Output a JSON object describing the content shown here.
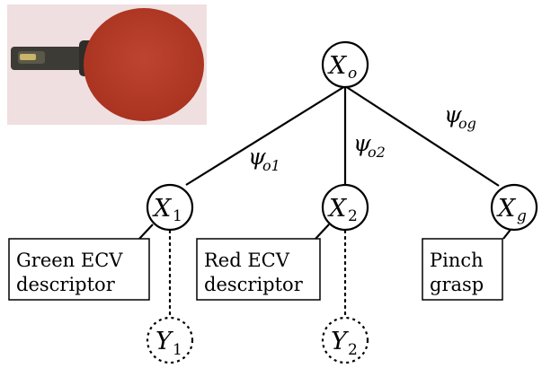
{
  "image": {
    "subject": "table-tennis paddle",
    "colors": {
      "rubber": "#b43a2a",
      "handle": "#3a3a36",
      "background": "#f0dfe0"
    }
  },
  "nodes": {
    "xo": {
      "var": "X",
      "sub": "o"
    },
    "x1": {
      "var": "X",
      "sub": "1"
    },
    "x2": {
      "var": "X",
      "sub": "2"
    },
    "xg": {
      "var": "X",
      "sub": "g"
    },
    "y1": {
      "var": "Y",
      "sub": "1"
    },
    "y2": {
      "var": "Y",
      "sub": "2"
    }
  },
  "edges": {
    "o1": {
      "sym": "ψ",
      "sub": "o1"
    },
    "o2": {
      "sym": "ψ",
      "sub": "o2"
    },
    "og": {
      "sym": "ψ",
      "sub": "og"
    }
  },
  "boxes": {
    "b1": {
      "line1": "Green ECV",
      "line2": "descriptor"
    },
    "b2": {
      "line1": "Red ECV",
      "line2": "descriptor"
    },
    "bg": {
      "line1": "Pinch",
      "line2": "grasp"
    }
  }
}
